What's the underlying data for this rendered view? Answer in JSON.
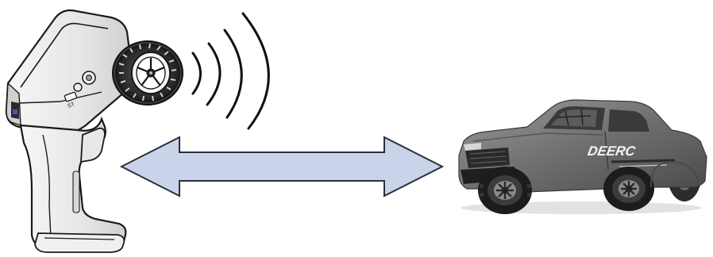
{
  "scene": {
    "remote": {
      "icon": "rc-transmitter-icon",
      "switch_text": "ST"
    },
    "signal": {
      "icon": "radio-waves-icon",
      "wave_count": 4
    },
    "link": {
      "icon": "double-arrow-icon",
      "fill_color": "#c9d3ea",
      "stroke_color": "#2b2f3a"
    },
    "vehicle": {
      "icon": "rc-short-course-truck-icon",
      "brand_text": "DEERC"
    }
  }
}
